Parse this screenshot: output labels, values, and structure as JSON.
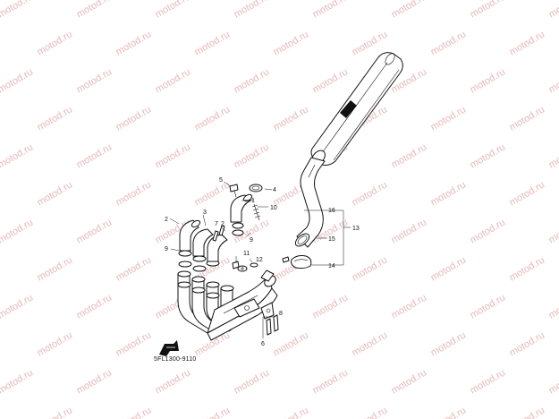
{
  "watermark_text": "motod.ru",
  "diagram_code": "5FL1300-9110",
  "callouts": [
    "1",
    "2",
    "3",
    "4",
    "5",
    "6",
    "7",
    "8",
    "9",
    "10",
    "11",
    "12",
    "13",
    "14",
    "15",
    "16"
  ],
  "colors": {
    "line": "#111111",
    "watermark": "#e6b9b9",
    "background": "#ffffff"
  },
  "icons": [
    "front-arrow-icon"
  ]
}
